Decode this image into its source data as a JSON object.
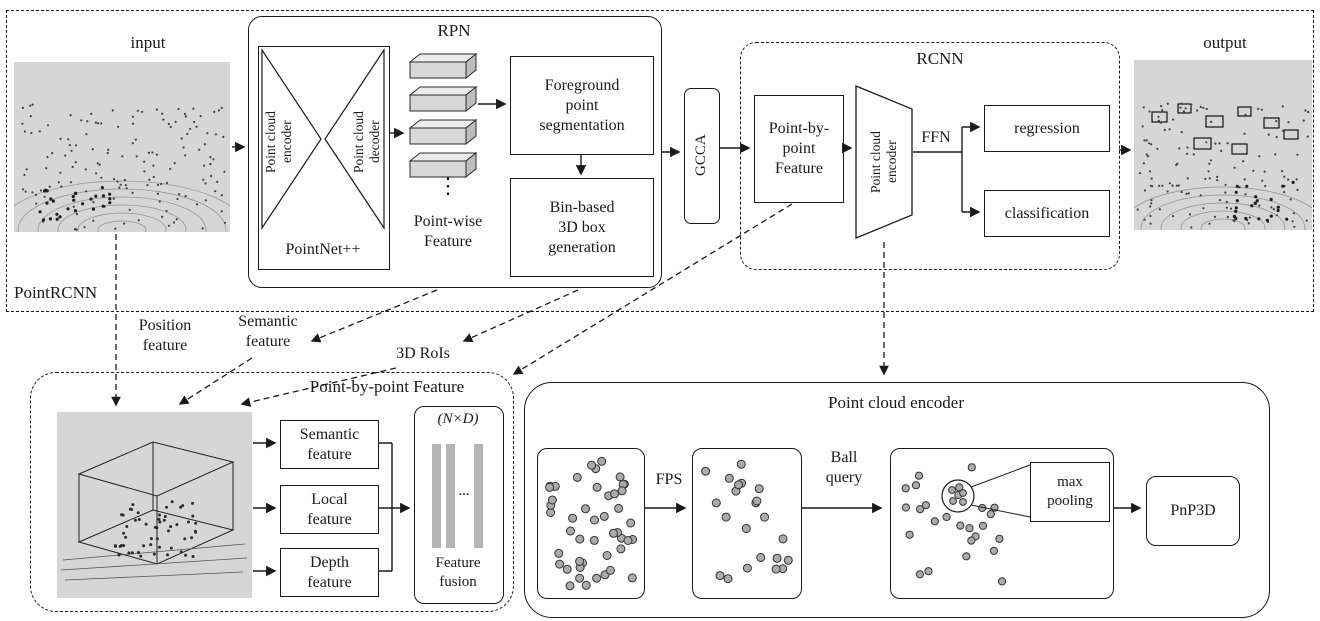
{
  "frame": {
    "pointrcnn": "PointRCNN"
  },
  "io": {
    "input": "input",
    "output": "output"
  },
  "rpn": {
    "title": "RPN",
    "encoder": "Point cloud\nencoder",
    "decoder": "Point cloud\ndecoder",
    "pointnet": "PointNet++",
    "pointwise": "Point-wise\nFeature",
    "pointwise_ellipsis": "⋮",
    "foreground": "Foreground\npoint\nsegmentation",
    "bin_based": "Bin-based\n3D box\ngeneration"
  },
  "gcca": "GCCA",
  "rcnn": {
    "title": "RCNN",
    "pbp": "Point-by-\npoint\nFeature",
    "encoder": "Point cloud\nencoder",
    "ffn": "FFN",
    "regression": "regression",
    "classification": "classification"
  },
  "pbp_module": {
    "position": "Position\nfeature",
    "semantic": "Semantic\nfeature",
    "rois": "3D RoIs",
    "title": "Point-by-point Feature",
    "semantic_box": "Semantic\nfeature",
    "local_box": "Local\nfeature",
    "depth_box": "Depth\nfeature",
    "nxd": "(N×D)",
    "bars_ellipsis": "...",
    "fusion": "Feature\nfusion"
  },
  "encoder_module": {
    "title": "Point cloud encoder",
    "fps": "FPS",
    "ball_query": "Ball\nquery",
    "max_pooling": "max\npooling",
    "pnp3d": "PnP3D"
  },
  "colors": {
    "line": "#1a1a1a",
    "image_bg": "#d6d6d6",
    "cuboid": "#d8d8d8",
    "bar": "#b5b5b5"
  }
}
